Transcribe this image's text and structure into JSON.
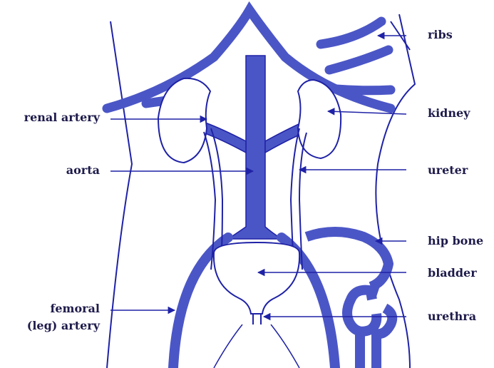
{
  "labels": {
    "ribs": "ribs",
    "kidney": "kidney",
    "ureter": "ureter",
    "hip_bone": "hip bone",
    "bladder": "bladder",
    "urethra": "urethra",
    "renal_artery": "renal artery",
    "aorta": "aorta",
    "femoral_line1": "femoral",
    "femoral_line2": "(leg) artery"
  },
  "colors": {
    "ink": "#1f22a6",
    "fill": "#4b56c6",
    "text": "#1e1b4b",
    "background": "#ffffff"
  }
}
